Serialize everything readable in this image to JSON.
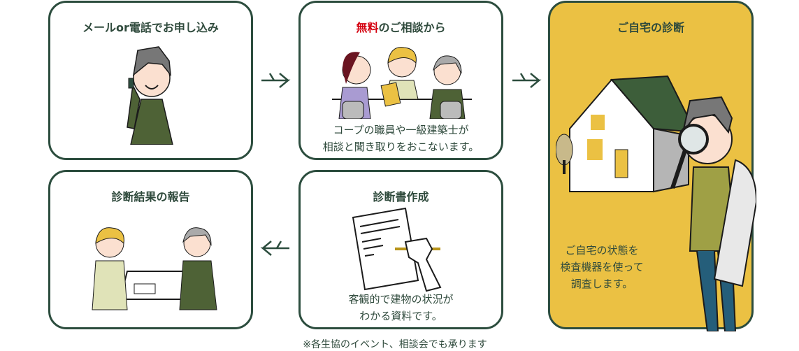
{
  "steps": [
    {
      "title": "メールor電話でお申し込み"
    },
    {
      "title_highlight": "無料",
      "title_rest": "のご相談から",
      "desc": [
        "コープの職員や一級建築士が",
        "相談と聞き取りをおこないます。"
      ]
    },
    {
      "title": "ご自宅の診断",
      "desc": [
        "ご自宅の状態を",
        "検査機器を使って",
        "調査します。"
      ]
    },
    {
      "title": "診断書作成",
      "desc": [
        "客観的で建物の状況が",
        "わかる資料です。"
      ]
    },
    {
      "title": "診断結果の報告"
    }
  ],
  "footnote": "※各生協のイベント、相談会でも承ります",
  "colors": {
    "border": "#2c4d3e",
    "highlight": "#d4000f",
    "yellow": "#ebc143"
  }
}
